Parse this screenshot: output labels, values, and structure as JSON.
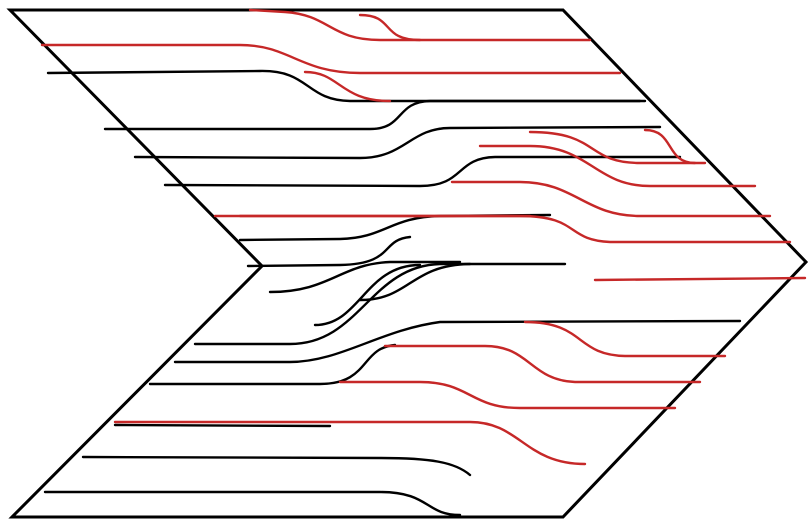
{
  "diagram": {
    "kind": "chevron-strand-diagram",
    "colors": {
      "background": "#ffffff",
      "outline": "#000000",
      "strand_black": "#000000",
      "strand_red": "#c62828"
    },
    "strand_count_black": 15,
    "strand_count_red": 14
  }
}
